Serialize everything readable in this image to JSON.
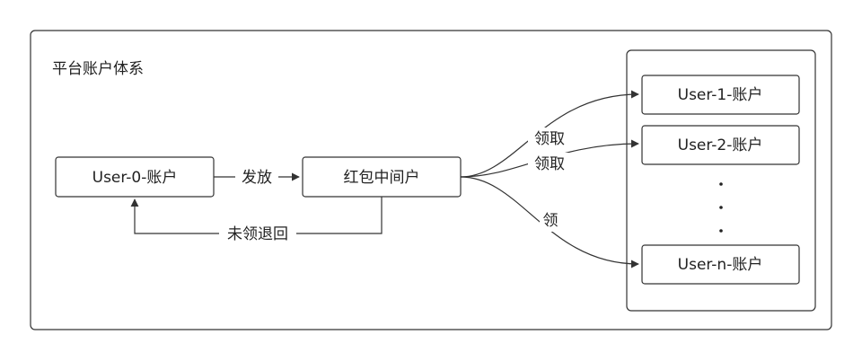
{
  "diagram": {
    "title": "平台账户体系",
    "nodes": {
      "user0": "User-0-账户",
      "hongbao": "红包中间户",
      "user1": "User-1-账户",
      "user2": "User-2-账户",
      "usern": "User-n-账户"
    },
    "edges": {
      "issue": "发放",
      "return": "未领退回",
      "claim1": "领取",
      "claim2": "领取",
      "claimn": "领"
    },
    "ellipsis_dots": 3
  }
}
